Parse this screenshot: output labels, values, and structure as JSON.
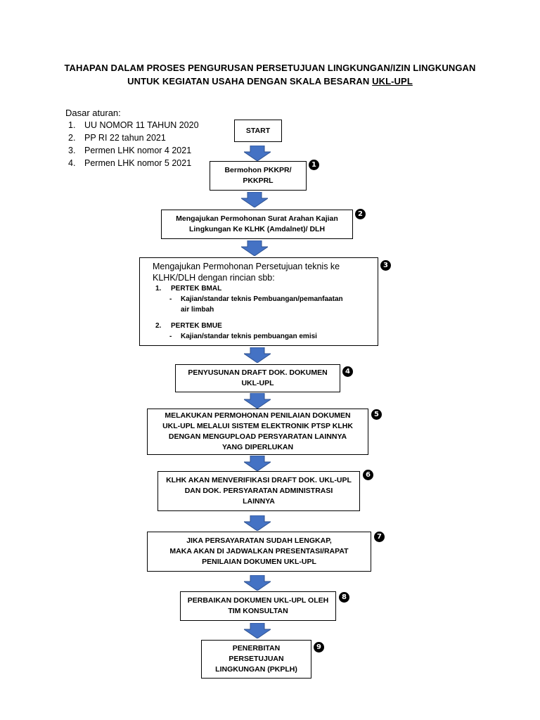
{
  "title": {
    "line1": "TAHAPAN DALAM PROSES PENGURUSAN PERSETUJUAN LINGKUNGAN/IZIN LINGKUNGAN",
    "line2_prefix": "UNTUK KEGIATAN USAHA DENGAN SKALA BESARAN",
    "line2_underlined": "UKL-UPL"
  },
  "rules": {
    "heading": "Dasar aturan:",
    "items": [
      {
        "num": "1.",
        "text": "UU NOMOR 11 TAHUN 2020"
      },
      {
        "num": "2.",
        "text": "PP RI 22 tahun 2021"
      },
      {
        "num": "3.",
        "text": "Permen LHK nomor 4 2021"
      },
      {
        "num": "4.",
        "text": "Permen LHK nomor 5 2021"
      }
    ]
  },
  "start": "START",
  "steps": [
    {
      "num": "1",
      "lines": [
        "Bermohon PKKPR/",
        "PKKPRL"
      ]
    },
    {
      "num": "2",
      "lines": [
        "Mengajukan Permohonan Surat Arahan Kajian",
        "Lingkungan Ke KLHK (Amdalnet)/ DLH"
      ]
    },
    {
      "num": "3",
      "heading": [
        "Mengajukan Permohonan Persetujuan teknis ke",
        "KLHK/DLH dengan rincian sbb:"
      ],
      "subs": [
        {
          "num": "1.",
          "title": "PERTEK BMAL",
          "detail": [
            "Kajian/standar teknis Pembuangan/pemanfaatan",
            "air limbah"
          ]
        },
        {
          "num": "2.",
          "title": "PERTEK BMUE",
          "detail": [
            "Kajian/standar teknis pembuangan emisi"
          ]
        }
      ]
    },
    {
      "num": "4",
      "lines": [
        "PENYUSUNAN DRAFT DOK. DOKUMEN",
        "UKL-UPL"
      ]
    },
    {
      "num": "5",
      "lines": [
        "MELAKUKAN PERMOHONAN PENILAIAN DOKUMEN",
        "UKL-UPL MELALUI SISTEM ELEKTRONIK PTSP KLHK",
        "DENGAN MENGUPLOAD PERSYARATAN LAINNYA",
        "YANG DIPERLUKAN"
      ]
    },
    {
      "num": "6",
      "lines": [
        "KLHK AKAN MENVERIFIKASI DRAFT DOK. UKL-UPL",
        "DAN DOK. PERSYARATAN ADMINISTRASI",
        "LAINNYA"
      ]
    },
    {
      "num": "7",
      "lines": [
        "JIKA PERSAYARATAN SUDAH LENGKAP,",
        "MAKA AKAN DI JADWALKAN PRESENTASI/RAPAT",
        "PENILAIAN DOKUMEN UKL-UPL"
      ]
    },
    {
      "num": "8",
      "lines": [
        "PERBAIKAN DOKUMEN UKL-UPL OLEH",
        "TIM KONSULTAN"
      ]
    },
    {
      "num": "9",
      "lines": [
        "PENERBITAN",
        "PERSETUJUAN",
        "LINGKUNGAN (PKPLH)"
      ]
    }
  ],
  "colors": {
    "arrow_fill": "#4472C4",
    "arrow_stroke": "#2F528F"
  }
}
